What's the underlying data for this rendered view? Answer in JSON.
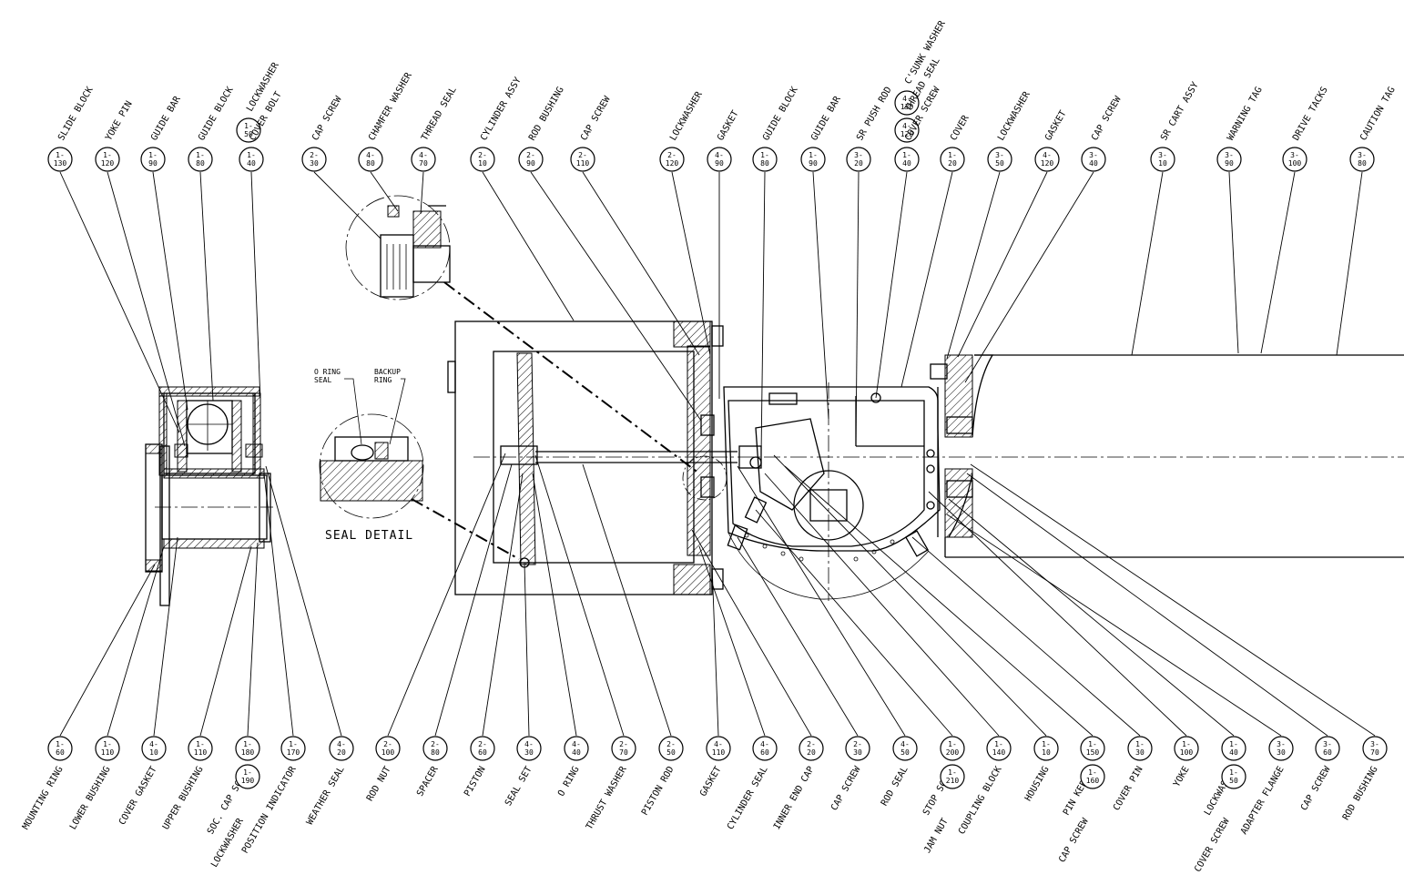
{
  "seal_detail_title": "SEAL DETAIL",
  "detail_labels": {
    "oring": [
      "O RING",
      "SEAL"
    ],
    "backup": [
      "BACKUP",
      "RING"
    ]
  },
  "top_callouts": [
    {
      "id": "slide-block",
      "num": [
        "1-",
        "130"
      ],
      "label": "SLIDE BLOCK"
    },
    {
      "id": "yoke-pin",
      "num": [
        "1-",
        "120"
      ],
      "label": "YOKE PIN"
    },
    {
      "id": "guide-bar",
      "num": [
        "1-",
        "90"
      ],
      "label": "GUIDE BAR"
    },
    {
      "id": "guide-block",
      "num": [
        "1-",
        "80"
      ],
      "label": "GUIDE BLOCK"
    },
    {
      "id": "lockwasher",
      "num": [
        "1-",
        "50"
      ],
      "label": "LOCKWASHER"
    },
    {
      "id": "cover-bolt",
      "num": [
        "1-",
        "40"
      ],
      "label": "COVER BOLT"
    },
    {
      "id": "cap-screw-a",
      "num": [
        "2-",
        "30"
      ],
      "label": "CAP SCREW"
    },
    {
      "id": "chamfer-washer",
      "num": [
        "4-",
        "80"
      ],
      "label": "CHAMFER WASHER"
    },
    {
      "id": "thread-seal-a",
      "num": [
        "4-",
        "70"
      ],
      "label": "THREAD SEAL"
    },
    {
      "id": "cylinder-assy",
      "num": [
        "2-",
        "10"
      ],
      "label": "CYLINDER ASSY"
    },
    {
      "id": "rod-bushing-a",
      "num": [
        "2-",
        "90"
      ],
      "label": "ROD BUSHING"
    },
    {
      "id": "cap-screw-b",
      "num": [
        "2-",
        "110"
      ],
      "label": "CAP SCREW"
    },
    {
      "id": "lockwasher-b",
      "num": [
        "2-",
        "120"
      ],
      "label": "LOCKWASHER"
    },
    {
      "id": "gasket-a",
      "num": [
        "4-",
        "90"
      ],
      "label": "GASKET"
    },
    {
      "id": "guide-block-b",
      "num": [
        "1-",
        "80"
      ],
      "label": "GUIDE BLOCK"
    },
    {
      "id": "guide-bar-b",
      "num": [
        "1-",
        "90"
      ],
      "label": "GUIDE BAR"
    },
    {
      "id": "sr-push-rod",
      "num": [
        "3-",
        "20"
      ],
      "label": "SR PUSH ROD"
    },
    {
      "id": "csunk-washer",
      "num": [
        "4-",
        "130"
      ],
      "label": "C'SUNK WASHER"
    },
    {
      "id": "thread-seal-b",
      "num": [
        "4-",
        "120"
      ],
      "label": "THREAD SEAL"
    },
    {
      "id": "cover-screw",
      "num": [
        "1-",
        "40"
      ],
      "label": "COVER SCREW"
    },
    {
      "id": "cover",
      "num": [
        "1-",
        "20"
      ],
      "label": "COVER"
    },
    {
      "id": "lockwasher-c",
      "num": [
        "3-",
        "50"
      ],
      "label": "LOCKWASHER"
    },
    {
      "id": "gasket-b",
      "num": [
        "4-",
        "120"
      ],
      "label": "GASKET"
    },
    {
      "id": "cap-screw-c",
      "num": [
        "3-",
        "40"
      ],
      "label": "CAP SCREW"
    },
    {
      "id": "sr-cart-assy",
      "num": [
        "3-",
        "10"
      ],
      "label": "SR CART ASSY"
    },
    {
      "id": "warning-tag",
      "num": [
        "3-",
        "90"
      ],
      "label": "WARNING TAG"
    },
    {
      "id": "drive-tacks",
      "num": [
        "3-",
        "100"
      ],
      "label": "DRIVE TACKS"
    },
    {
      "id": "caution-tag",
      "num": [
        "3-",
        "80"
      ],
      "label": "CAUTION TAG"
    }
  ],
  "bottom_callouts": [
    {
      "id": "mounting-ring",
      "num": [
        "1-",
        "60"
      ],
      "label": "MOUNTING RING"
    },
    {
      "id": "lower-bushing",
      "num": [
        "1-",
        "110"
      ],
      "label": "LOWER BUSHING"
    },
    {
      "id": "cover-gasket",
      "num": [
        "4-",
        "10"
      ],
      "label": "COVER GASKET"
    },
    {
      "id": "upper-bushing",
      "num": [
        "1-",
        "110"
      ],
      "label": "UPPER BUSHING"
    },
    {
      "id": "soc-cap-screw",
      "num": [
        "1-",
        "180"
      ],
      "label": "SOC. CAP SCREW"
    },
    {
      "id": "lockwasher-d",
      "num": [
        "1-",
        "190"
      ],
      "label": "LOCKWASHER"
    },
    {
      "id": "position-indicator",
      "num": [
        "1-",
        "170"
      ],
      "label": "POSITION INDICATOR"
    },
    {
      "id": "weather-seal",
      "num": [
        "4-",
        "20"
      ],
      "label": "WEATHER SEAL"
    },
    {
      "id": "rod-nut",
      "num": [
        "2-",
        "100"
      ],
      "label": "ROD NUT"
    },
    {
      "id": "spacer",
      "num": [
        "2-",
        "80"
      ],
      "label": "SPACER"
    },
    {
      "id": "piston",
      "num": [
        "2-",
        "60"
      ],
      "label": "PISTON"
    },
    {
      "id": "seal-set",
      "num": [
        "4-",
        "30"
      ],
      "label": "SEAL SET"
    },
    {
      "id": "o-ring",
      "num": [
        "4-",
        "40"
      ],
      "label": "O RING"
    },
    {
      "id": "thrust-washer",
      "num": [
        "2-",
        "70"
      ],
      "label": "THRUST WASHER"
    },
    {
      "id": "piston-rod",
      "num": [
        "2-",
        "50"
      ],
      "label": "PISTON ROD"
    },
    {
      "id": "gasket-c",
      "num": [
        "4-",
        "110"
      ],
      "label": "GASKET"
    },
    {
      "id": "cylinder-seal",
      "num": [
        "4-",
        "60"
      ],
      "label": "CYLINDER SEAL"
    },
    {
      "id": "inner-end-cap",
      "num": [
        "2-",
        "20"
      ],
      "label": "INNER END CAP"
    },
    {
      "id": "cap-screw-d",
      "num": [
        "2-",
        "30"
      ],
      "label": "CAP SCREW"
    },
    {
      "id": "rod-seal",
      "num": [
        "4-",
        "50"
      ],
      "label": "ROD SEAL"
    },
    {
      "id": "stop-screw",
      "num": [
        "1-",
        "200"
      ],
      "label": "STOP SCREW"
    },
    {
      "id": "jam-nut",
      "num": [
        "1-",
        "210"
      ],
      "label": "JAM NUT"
    },
    {
      "id": "coupling-block",
      "num": [
        "1-",
        "140"
      ],
      "label": "COUPLING BLOCK"
    },
    {
      "id": "housing",
      "num": [
        "1-",
        "10"
      ],
      "label": "HOUSING"
    },
    {
      "id": "pin-keeper",
      "num": [
        "1-",
        "150"
      ],
      "label": "PIN KEEPER"
    },
    {
      "id": "cap-screw-e",
      "num": [
        "1-",
        "160"
      ],
      "label": "CAP SCREW"
    },
    {
      "id": "cover-pin",
      "num": [
        "1-",
        "30"
      ],
      "label": "COVER PIN"
    },
    {
      "id": "yoke",
      "num": [
        "1-",
        "100"
      ],
      "label": "YOKE"
    },
    {
      "id": "lockwasher-e",
      "num": [
        "1-",
        "40"
      ],
      "label": "LOCKWASHER"
    },
    {
      "id": "cover-screw-b",
      "num": [
        "1-",
        "50"
      ],
      "label": "COVER SCREW"
    },
    {
      "id": "adapter-flange",
      "num": [
        "3-",
        "30"
      ],
      "label": "ADAPTER FLANGE"
    },
    {
      "id": "cap-screw-f",
      "num": [
        "3-",
        "60"
      ],
      "label": "CAP SCREW"
    },
    {
      "id": "rod-bushing-b",
      "num": [
        "3-",
        "70"
      ],
      "label": "ROD BUSHING"
    }
  ]
}
